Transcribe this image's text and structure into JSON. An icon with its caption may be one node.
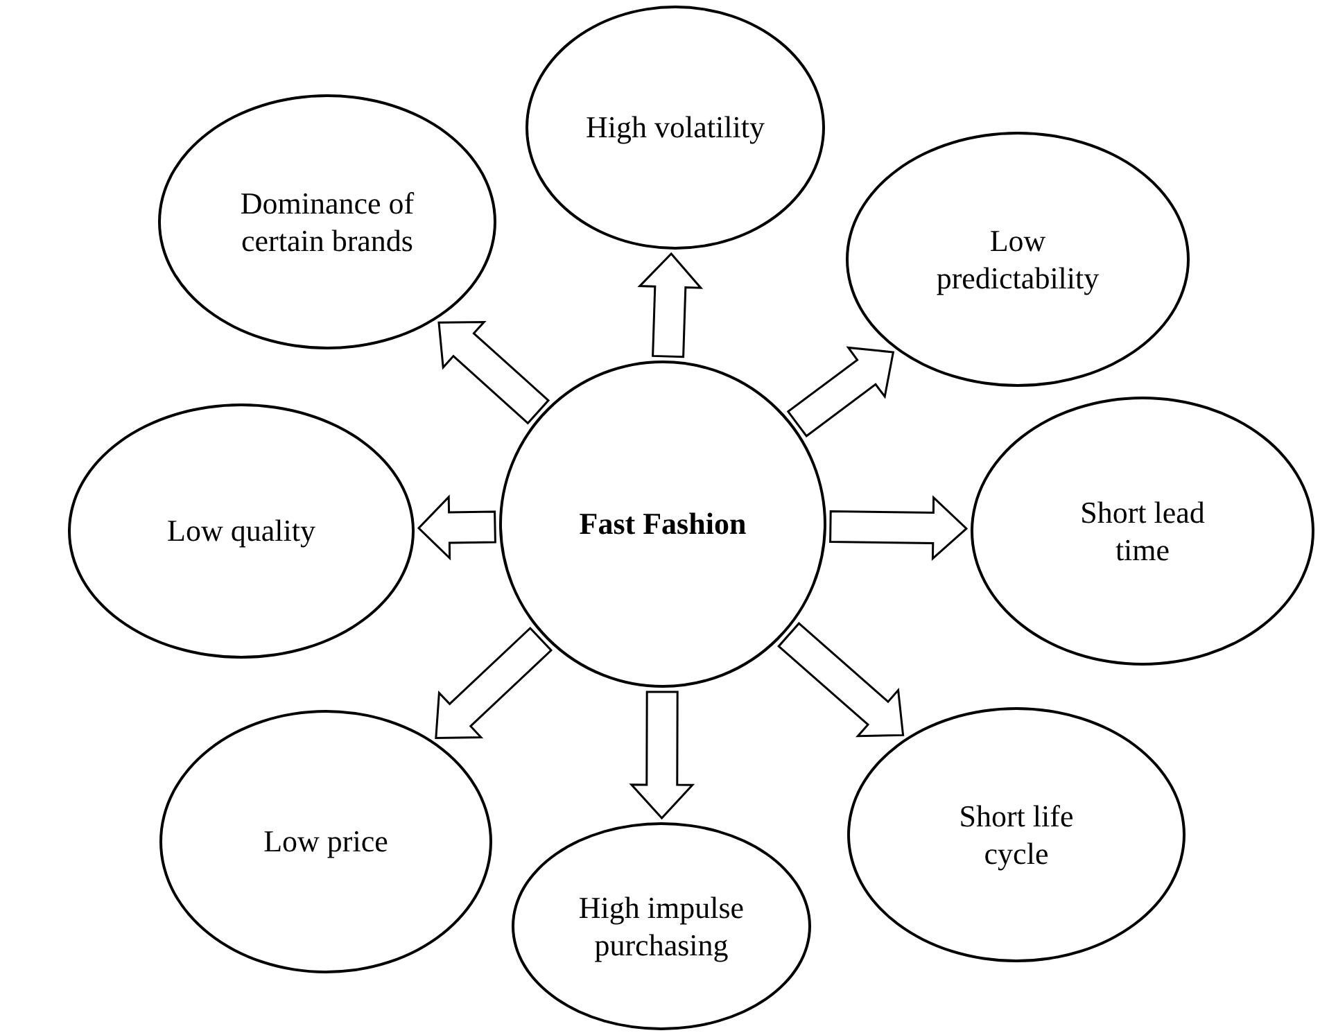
{
  "diagram": {
    "nodes": [
      {
        "text": [
          "High volatility"
        ]
      },
      {
        "text": [
          "Dominance of certain brands"
        ]
      },
      {
        "text": [
          "Low predictability"
        ]
      },
      {
        "text": [
          "Low quality"
        ]
      },
      {
        "text": [
          "Fast Fashion"
        ]
      },
      {
        "text": [
          "Short lead time"
        ]
      },
      {
        "text": [
          "Low price"
        ]
      },
      {
        "text": [
          "Short life cycle"
        ]
      },
      {
        "text": [
          "High impulse purchasing"
        ]
      }
    ],
    "edges": [
      {
        "from": 4,
        "to": 0,
        "arrow": "to"
      },
      {
        "from": 4,
        "to": 1,
        "arrow": "to"
      },
      {
        "from": 4,
        "to": 2,
        "arrow": "to"
      },
      {
        "from": 4,
        "to": 3,
        "arrow": "to"
      },
      {
        "from": 4,
        "to": 5,
        "arrow": "to"
      },
      {
        "from": 4,
        "to": 6,
        "arrow": "to"
      },
      {
        "from": 4,
        "to": 7,
        "arrow": "to"
      },
      {
        "from": 4,
        "to": 8,
        "arrow": "to"
      }
    ]
  }
}
